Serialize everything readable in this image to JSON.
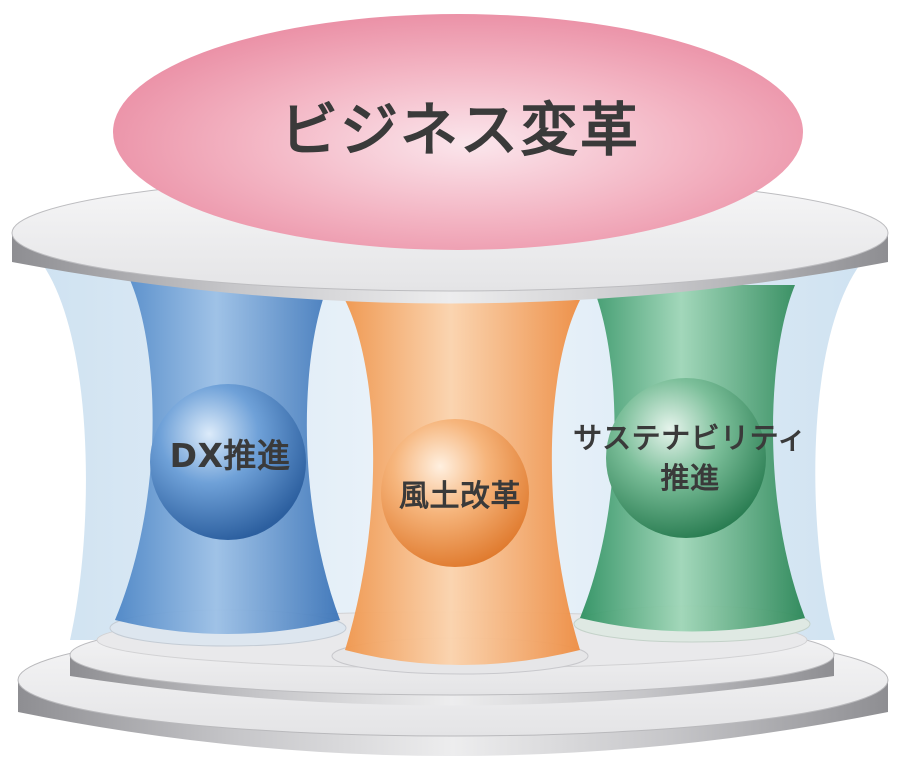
{
  "diagram": {
    "title": "ビジネス変革",
    "pillars": [
      {
        "label": "DX推進",
        "color": "#3f7fc4"
      },
      {
        "label": "風土改革",
        "color": "#f2a25e"
      },
      {
        "label": "サステナビリティ\n推進",
        "line1": "サステナビリティ",
        "line2": "推進",
        "color": "#3a9a6a"
      }
    ],
    "colors": {
      "roof_ellipse": "#ee8ea4",
      "pedestal": "#d8d8da",
      "column_backdrop": "#cfe3f2"
    }
  }
}
